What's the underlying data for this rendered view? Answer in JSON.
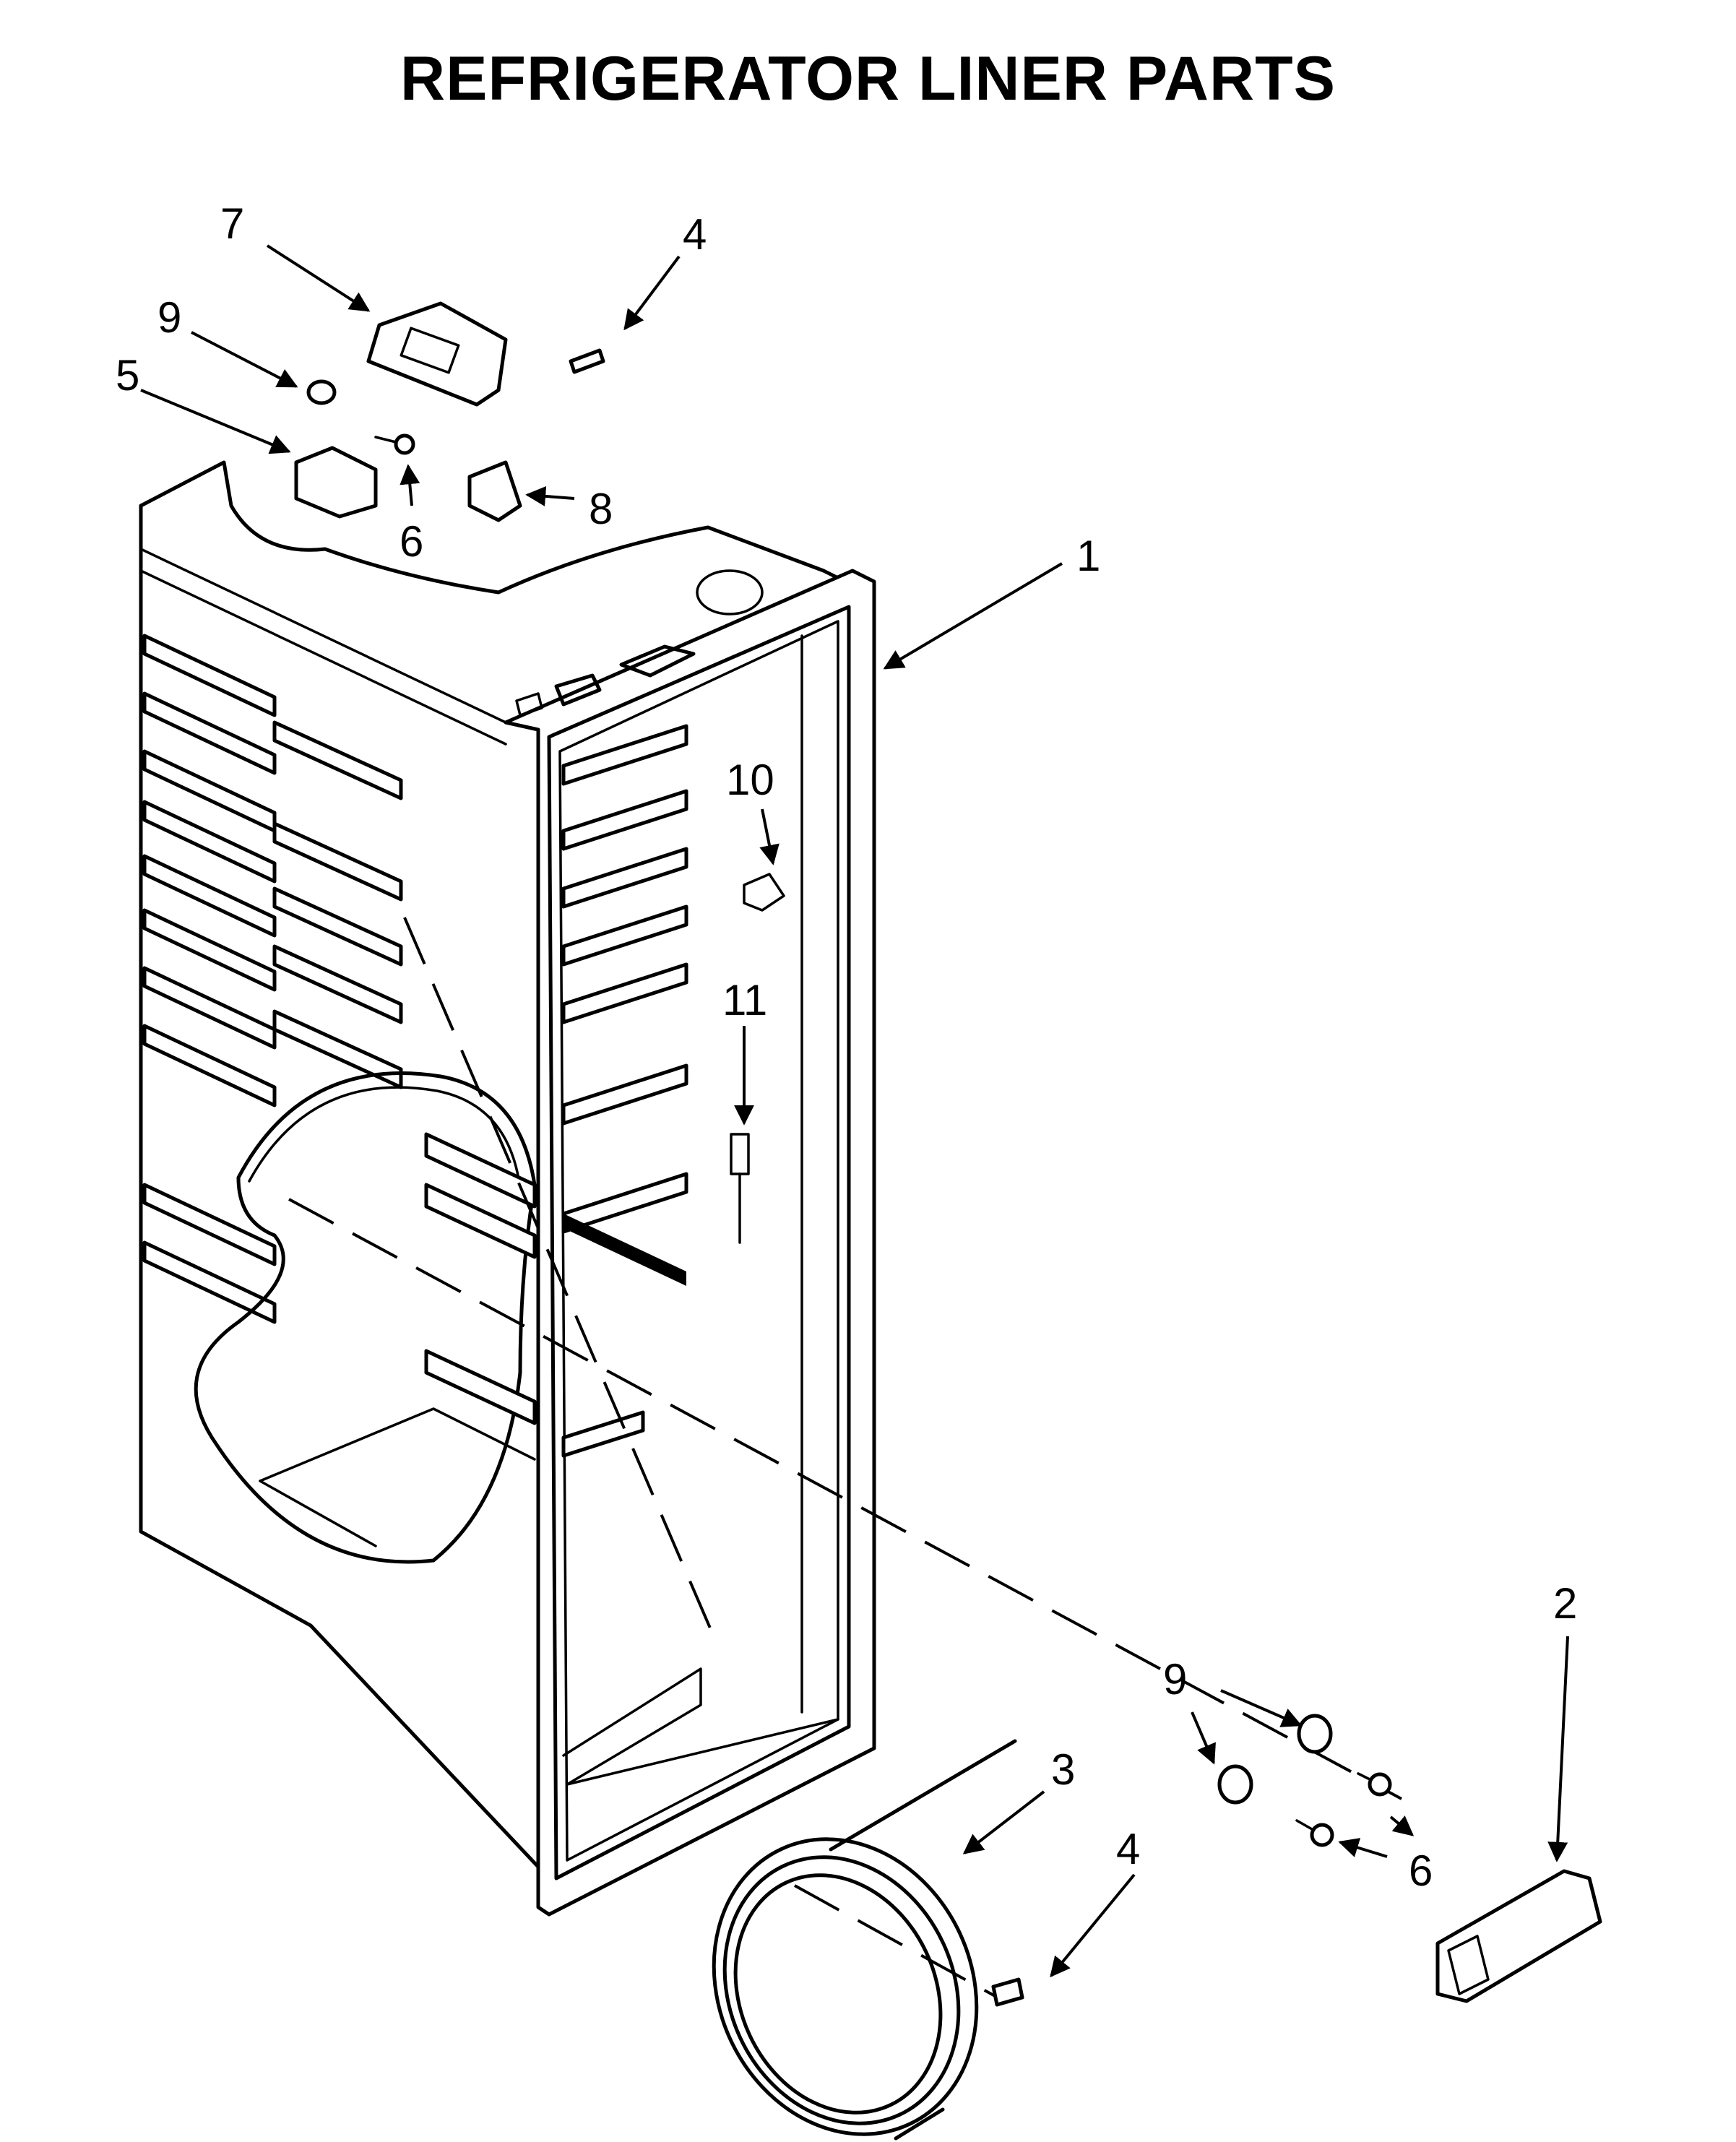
{
  "title": "REFRIGERATOR LINER PARTS",
  "callouts": [
    {
      "label": "1"
    },
    {
      "label": "2"
    },
    {
      "label": "3"
    },
    {
      "label": "4"
    },
    {
      "label": "4"
    },
    {
      "label": "5"
    },
    {
      "label": "6"
    },
    {
      "label": "6"
    },
    {
      "label": "7"
    },
    {
      "label": "8"
    },
    {
      "label": "9"
    },
    {
      "label": "9"
    },
    {
      "label": "10"
    },
    {
      "label": "11"
    }
  ]
}
